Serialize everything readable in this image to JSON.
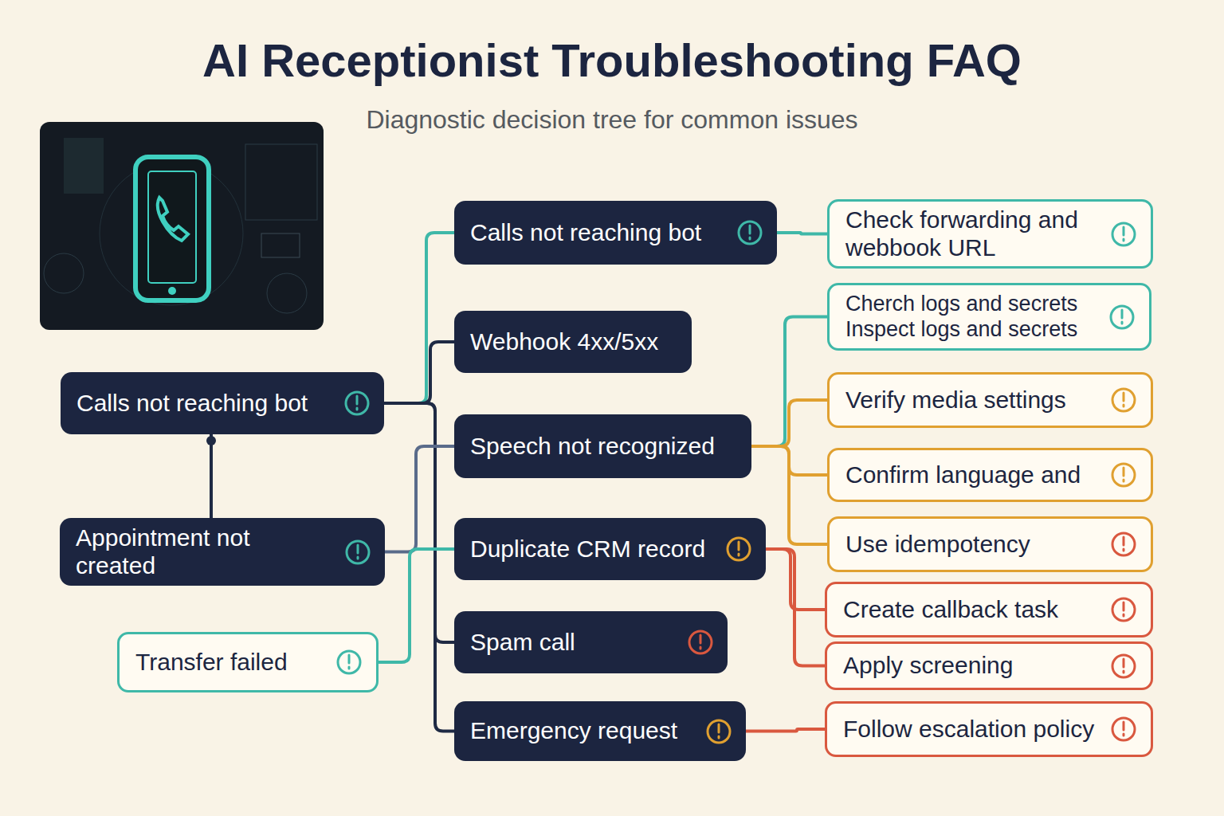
{
  "diagram": {
    "title": "AI Receptionist Troubleshooting FAQ",
    "caption": "Diagnostic decision tree for common issues",
    "nodes": [
      {
        "text": [
          "Calls not reaching bot"
        ]
      },
      {
        "text": [
          "Appointment not created"
        ]
      },
      {
        "text": [
          "Transfer failed"
        ]
      },
      {
        "text": [
          "Calls not reaching bot"
        ]
      },
      {
        "text": [
          "Webhook 4xx/5xx"
        ]
      },
      {
        "text": [
          "Speech not recognized"
        ]
      },
      {
        "text": [
          "Duplicate CRM record"
        ]
      },
      {
        "text": [
          "Spam call"
        ]
      },
      {
        "text": [
          "Emergency request"
        ]
      },
      {
        "text": [
          "Check forwarding and webbook URL"
        ]
      },
      {
        "text": [
          "Cherch logs and secrets",
          "Inspect logs and secrets"
        ]
      },
      {
        "text": [
          "Verify media settings"
        ]
      },
      {
        "text": [
          "Confirm language and"
        ]
      },
      {
        "text": [
          "Use idempotency"
        ]
      },
      {
        "text": [
          "Create callback task"
        ]
      },
      {
        "text": [
          "Apply screening"
        ]
      },
      {
        "text": [
          "Follow escalation policy"
        ]
      }
    ],
    "edges": [
      {
        "from": 0,
        "to": 1,
        "arrow": "none"
      },
      {
        "from": 0,
        "to": 3,
        "arrow": "none"
      },
      {
        "from": 0,
        "to": 4,
        "arrow": "none"
      },
      {
        "from": 0,
        "to": 7,
        "arrow": "none"
      },
      {
        "from": 0,
        "to": 8,
        "arrow": "none"
      },
      {
        "from": 1,
        "to": 5,
        "arrow": "none"
      },
      {
        "from": 2,
        "to": 6,
        "arrow": "none"
      },
      {
        "from": 3,
        "to": 9,
        "arrow": "none"
      },
      {
        "from": 5,
        "to": 10,
        "arrow": "none"
      },
      {
        "from": 5,
        "to": 11,
        "arrow": "none"
      },
      {
        "from": 5,
        "to": 12,
        "arrow": "none"
      },
      {
        "from": 5,
        "to": 13,
        "arrow": "none"
      },
      {
        "from": 6,
        "to": 14,
        "arrow": "none"
      },
      {
        "from": 6,
        "to": 15,
        "arrow": "none"
      },
      {
        "from": 8,
        "to": 16,
        "arrow": "none"
      }
    ]
  }
}
